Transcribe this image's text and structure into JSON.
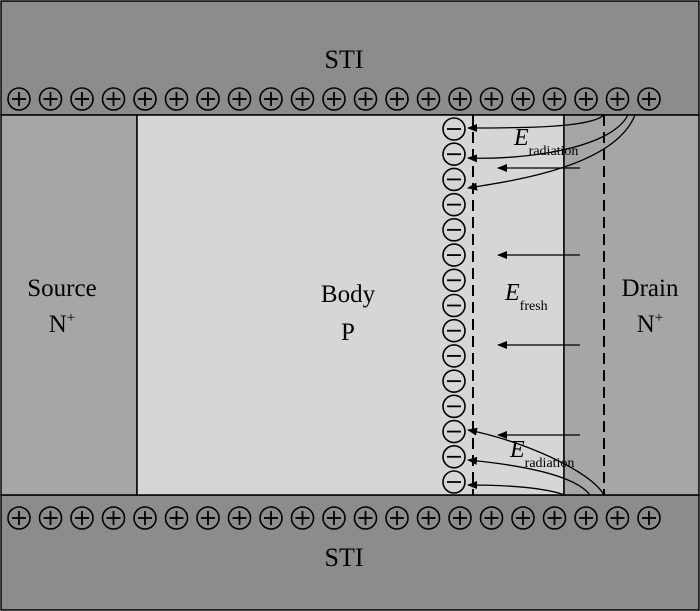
{
  "top_region": {
    "label": "STI"
  },
  "bottom_region": {
    "label": "STI"
  },
  "source": {
    "line1": "Source",
    "line2_base": "N",
    "line2_sup": "+"
  },
  "body": {
    "line1": "Body",
    "line2": "P"
  },
  "drain": {
    "line1": "Drain",
    "line2_base": "N",
    "line2_sup": "+"
  },
  "fields": {
    "radiation_top": {
      "symbol": "E",
      "subscript": "radiation"
    },
    "fresh": {
      "symbol": "E",
      "subscript": "fresh"
    },
    "radiation_bottom": {
      "symbol": "E",
      "subscript": "radiation"
    }
  },
  "charges": {
    "positive_symbol": "+",
    "negative_symbol": "−",
    "top_row_count": 21,
    "bottom_row_count": 21,
    "column_count": 15
  },
  "colors": {
    "sti": "#8c8c8c",
    "source_drain": "#a6a6a6",
    "body": "#d6d6d6",
    "depletion": "#c8c8c8",
    "line": "#000000"
  }
}
